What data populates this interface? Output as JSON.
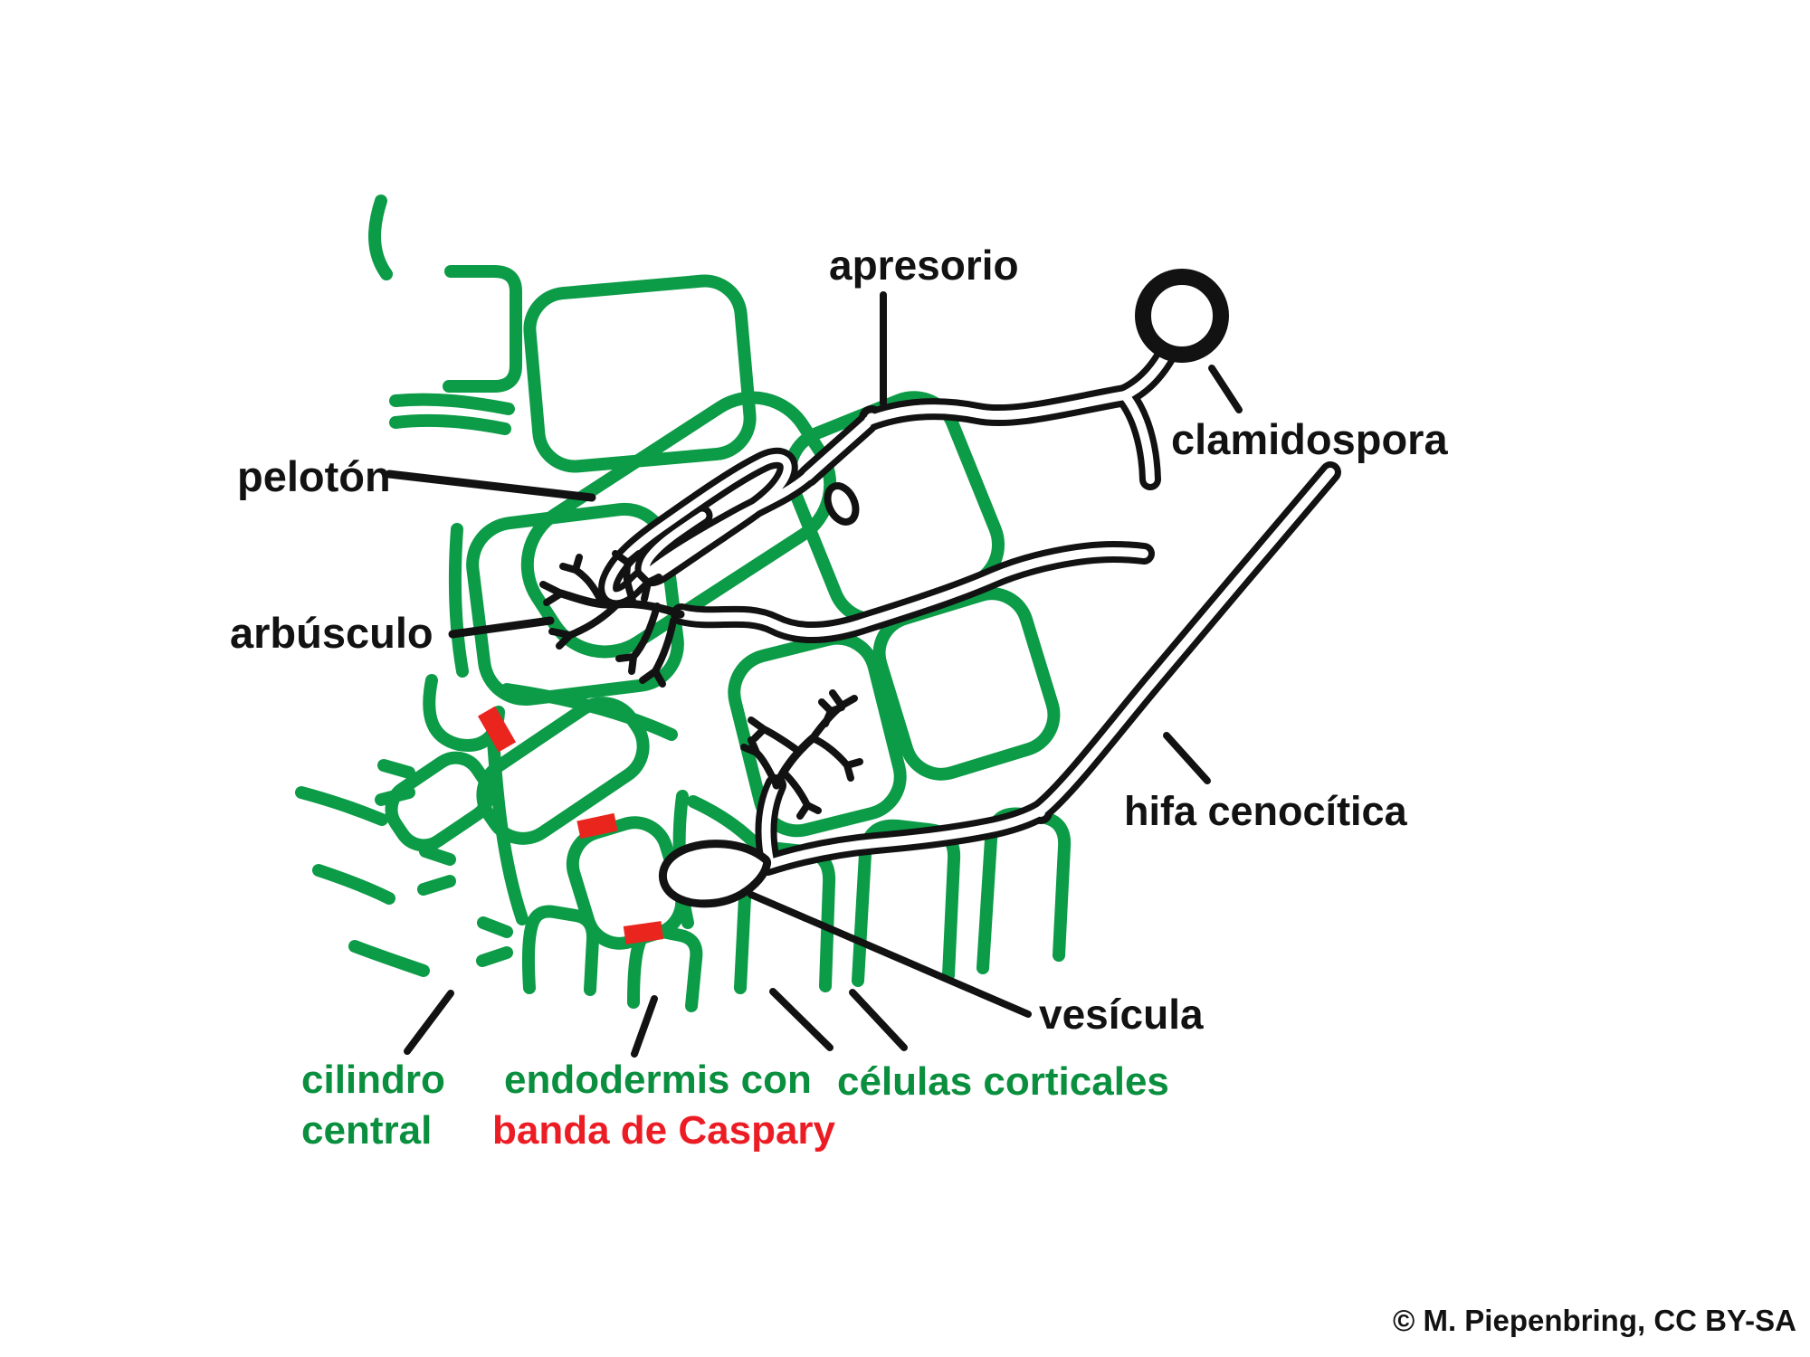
{
  "labels": {
    "apresorio": "apresorio",
    "clamidospora": "clamidospora",
    "peloton": "pelotón",
    "arbusculo": "arbúsculo",
    "hifa_cenocitica": "hifa cenocítica",
    "vesicula": "vesícula",
    "cilindro_central_line1": "cilindro",
    "cilindro_central_line2": "central",
    "endodermis_line1": "endodermis con",
    "endodermis_line2": "banda de Caspary",
    "celulas_corticales": "células corticales",
    "credit": "© M. Piepenbring, CC BY-SA"
  },
  "colors": {
    "cell_wall_green": "#0C9B47",
    "label_green": "#0A8F3E",
    "caspary_red": "#E9251E",
    "label_red": "#EC1C24",
    "fungus_black": "#121212",
    "background": "#FFFFFF"
  }
}
